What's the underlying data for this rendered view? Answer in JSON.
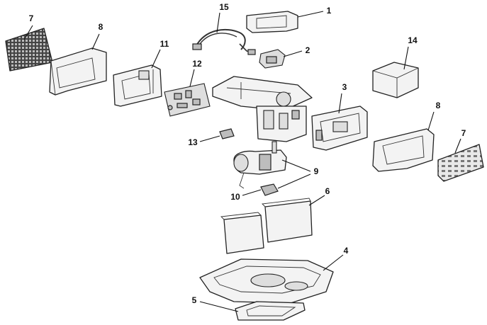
{
  "diagram": {
    "callouts": {
      "c1": "1",
      "c2": "2",
      "c3": "3",
      "c4": "4",
      "c5": "5",
      "c6": "6",
      "c7a": "7",
      "c7b": "7",
      "c8a": "8",
      "c8b": "8",
      "c9": "9",
      "c10": "10",
      "c11": "11",
      "c12": "12",
      "c13": "13",
      "c14": "14",
      "c15": "15"
    }
  }
}
